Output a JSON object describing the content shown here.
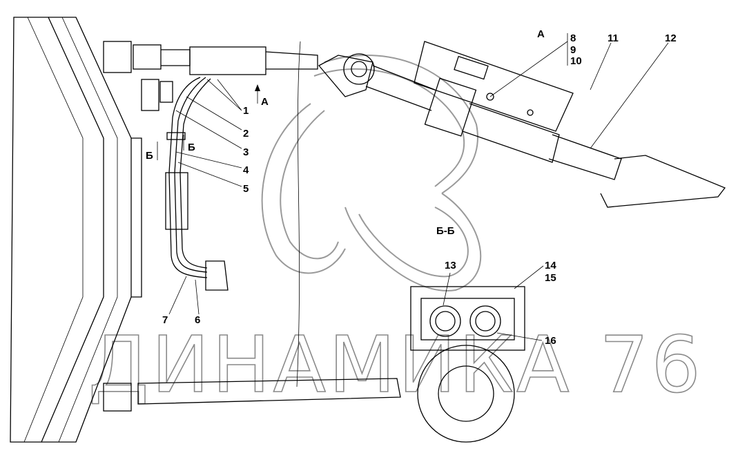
{
  "drawing": {
    "callouts_main": [
      "1",
      "2",
      "3",
      "4",
      "5",
      "6",
      "7"
    ],
    "view_arrow_a": "А",
    "section_marks": [
      "Б",
      "Б"
    ],
    "view_a_title": "А",
    "callouts_view_a": [
      "8",
      "9",
      "10",
      "11",
      "12"
    ],
    "section_title": "Б-Б",
    "callouts_section": [
      "13",
      "14",
      "15",
      "16"
    ]
  },
  "watermark": {
    "text": "ДИНАМИКА 76"
  }
}
